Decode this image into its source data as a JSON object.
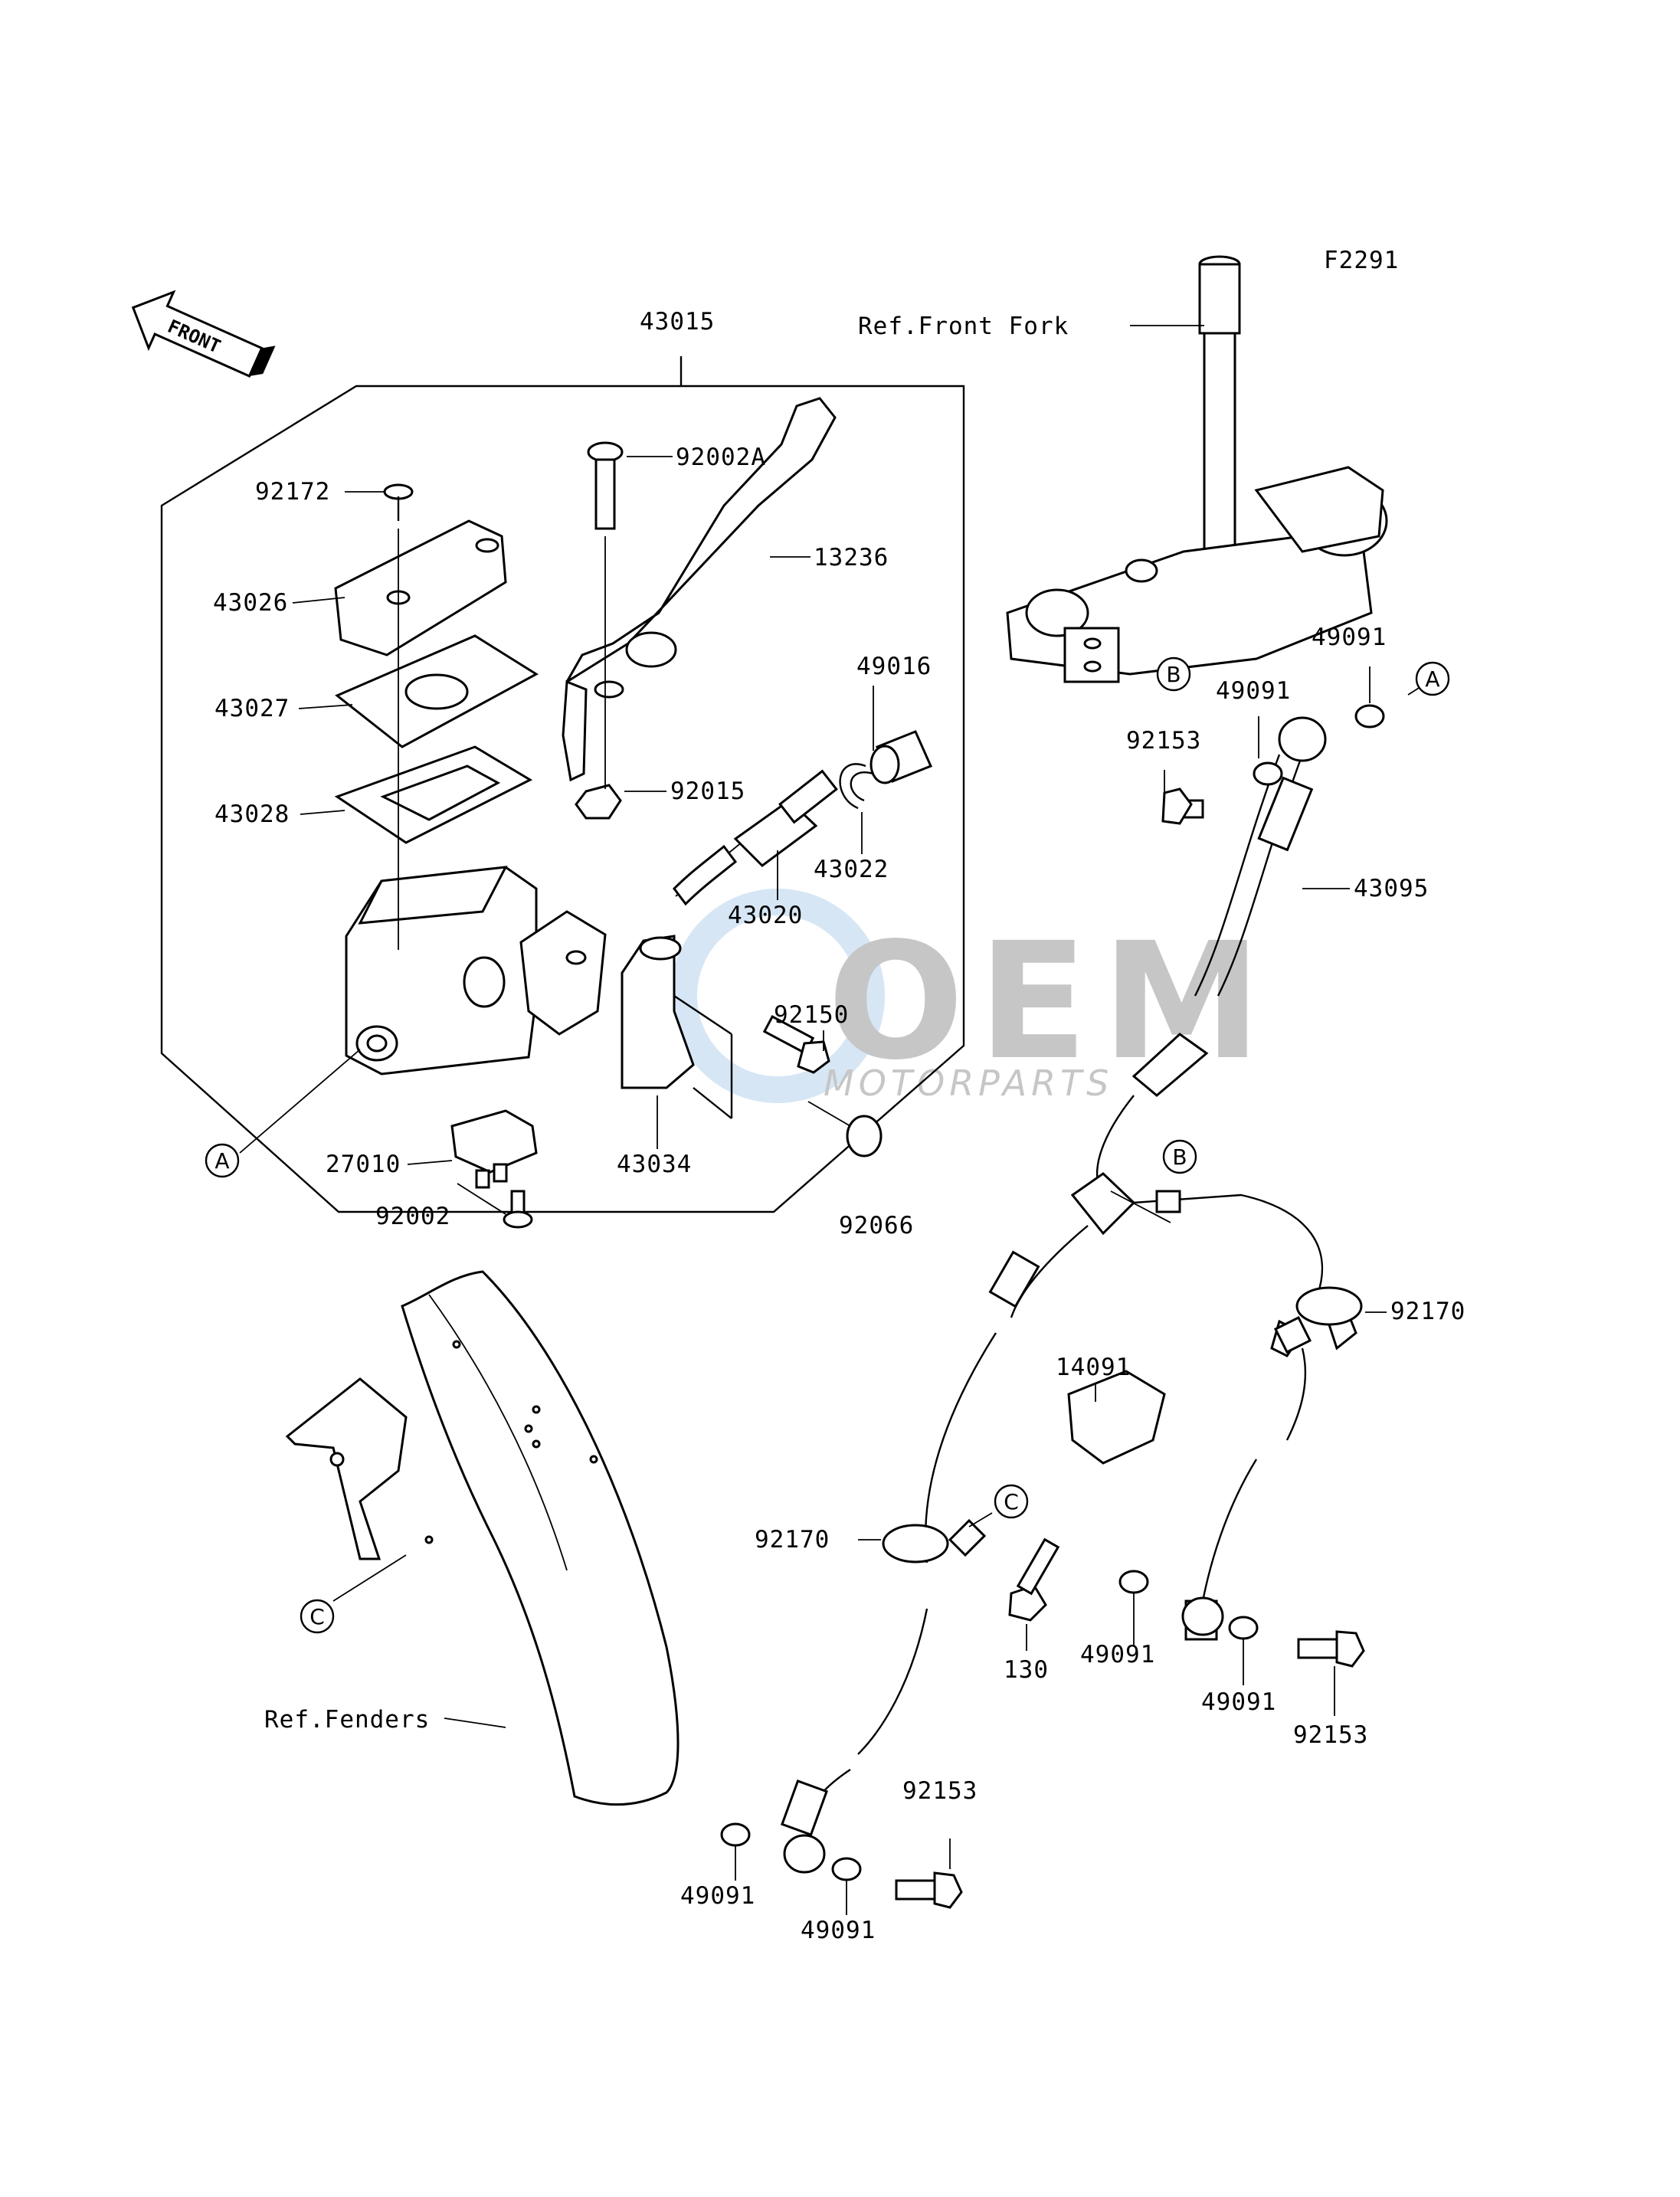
{
  "diagram_code": "F2291",
  "direction_arrow": "FRONT",
  "watermark": {
    "brand": "OEM",
    "sub": "MOTORPARTS"
  },
  "references": {
    "front_fork": "Ref.Front Fork",
    "fenders": "Ref.Fenders"
  },
  "callouts": {
    "a": "A",
    "b": "B",
    "c": "C"
  },
  "labels": {
    "assembly": "43015",
    "bolt_lever": "92002A",
    "screw_cap": "92172",
    "lever": "13236",
    "cap": "43026",
    "plate": "43027",
    "diaphragm": "43028",
    "boot": "49016",
    "nut_lever": "92015",
    "circlip": "43022",
    "piston_set": "43020",
    "bolt_holder": "92150",
    "switch": "27010",
    "screw_switch": "92002",
    "holder": "43034",
    "cap_rubber": "92066",
    "washer_top_1": "49091",
    "washer_top_2": "49091",
    "bolt_banjo_top": "92153",
    "hose_upper": "43095",
    "clamp_right": "92170",
    "joint": "14091",
    "clamp_left": "92170",
    "bolt_joint": "130",
    "washer_mid_1": "49091",
    "washer_mid_2": "49091",
    "bolt_banjo_right": "92153",
    "bolt_banjo_bottom": "92153",
    "washer_bottom_1": "49091",
    "washer_bottom_2": "49091"
  }
}
